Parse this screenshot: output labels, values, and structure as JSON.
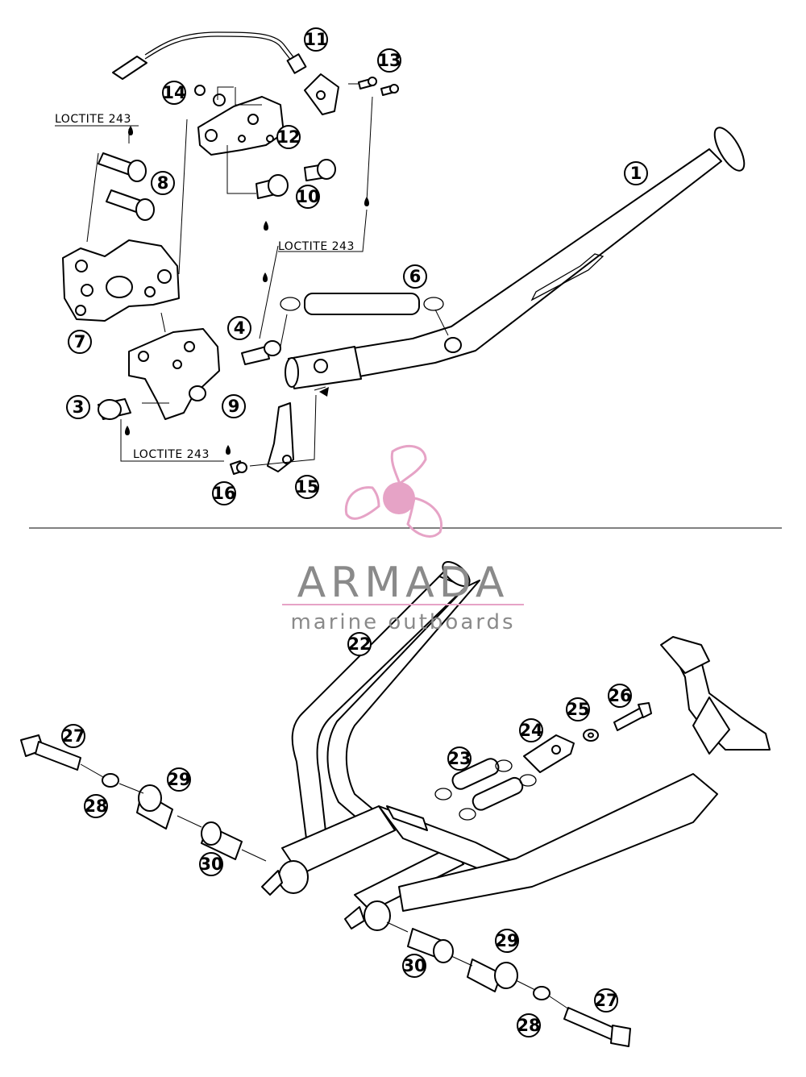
{
  "callouts": {
    "c1": "1",
    "c3": "3",
    "c4": "4",
    "c6": "6",
    "c7": "7",
    "c8": "8",
    "c9": "9",
    "c10": "10",
    "c11": "11",
    "c12": "12",
    "c13": "13",
    "c14": "14",
    "c15": "15",
    "c16": "16",
    "c22": "22",
    "c23": "23",
    "c24": "24",
    "c25": "25",
    "c26": "26",
    "c27a": "27",
    "c27b": "27",
    "c28a": "28",
    "c28b": "28",
    "c29a": "29",
    "c29b": "29",
    "c30a": "30",
    "c30b": "30"
  },
  "loctite": {
    "label1": "LOCTITE 243",
    "label2": "LOCTITE 243",
    "label3": "LOCTITE 243"
  },
  "watermark": {
    "brand": "ARMADA",
    "tagline": "marine outboards",
    "colors": {
      "propeller": "#e6a3c6",
      "text": "#8a8a8a",
      "rule": "#e6a3c6"
    }
  }
}
